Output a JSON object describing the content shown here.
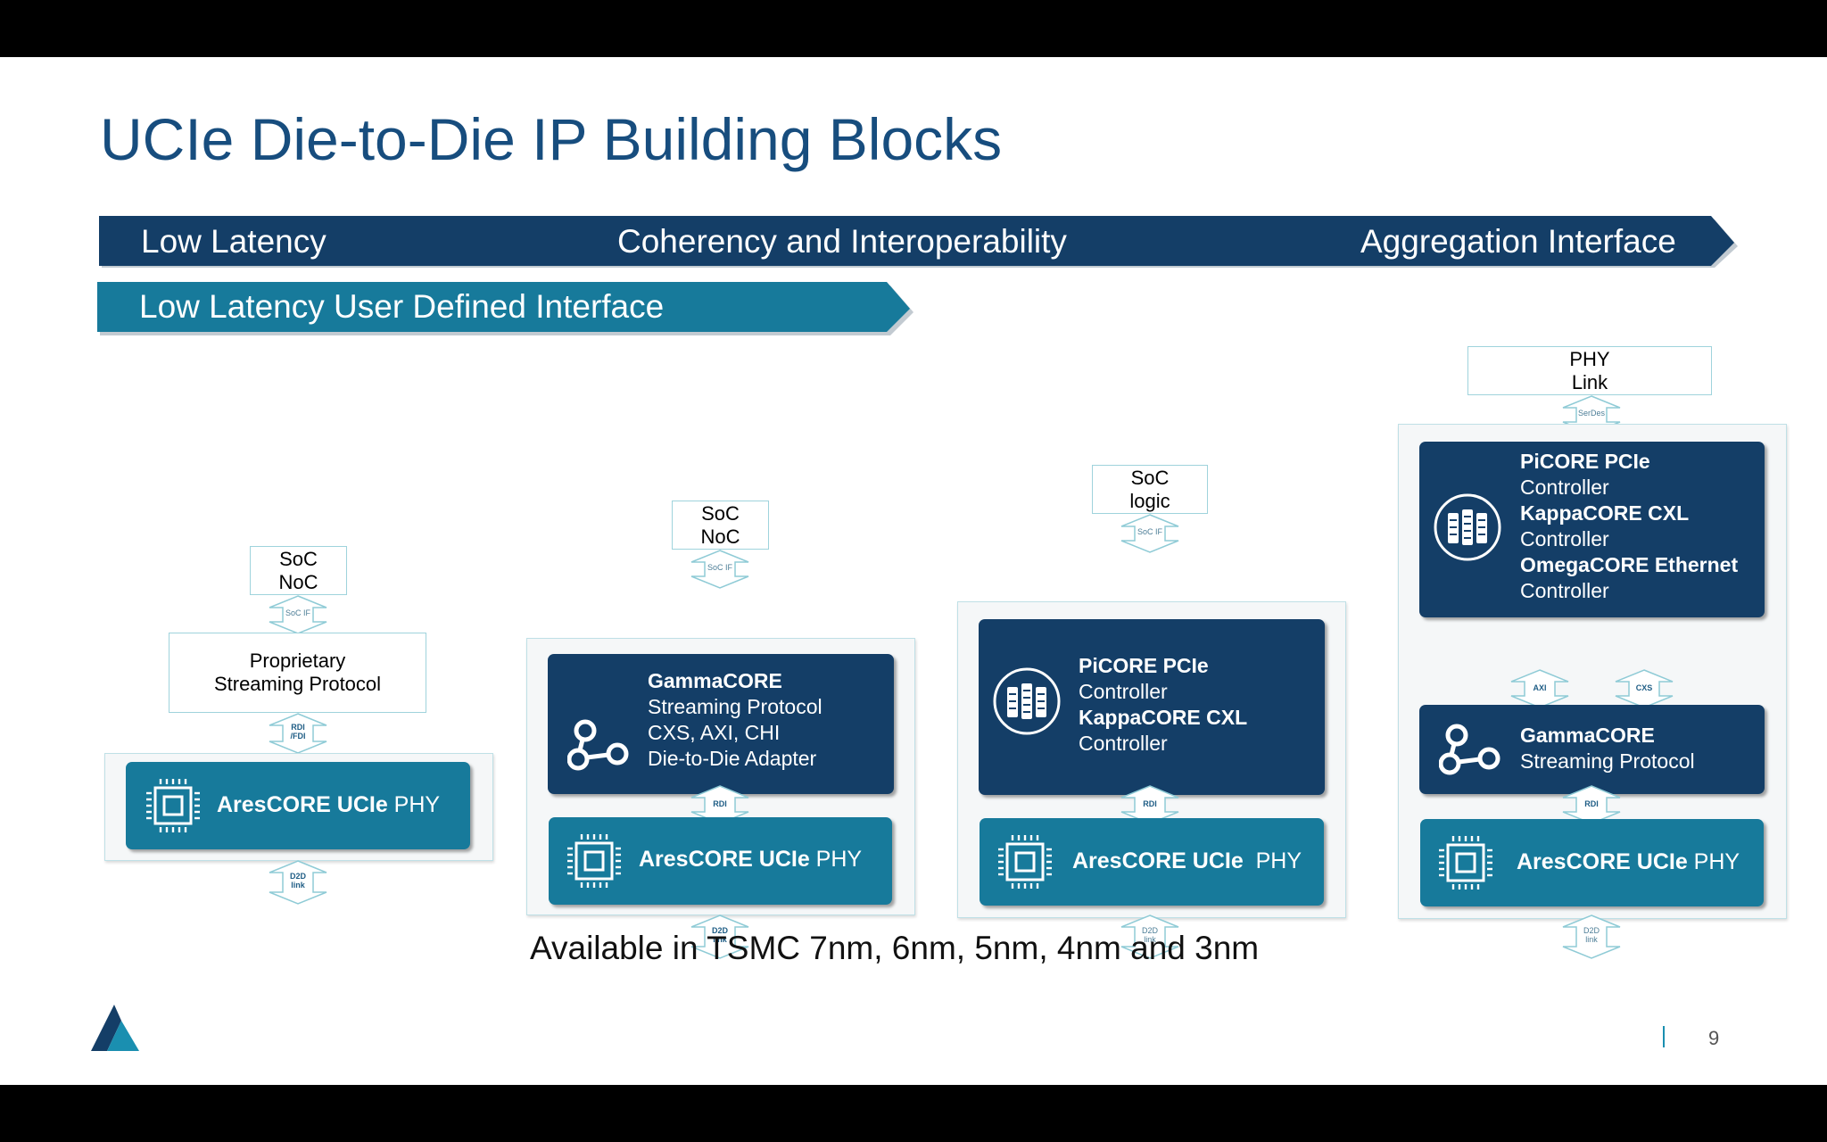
{
  "title": "UCIe Die-to-Die IP Building Blocks",
  "band_top": {
    "left": "Low  Latency",
    "center": "Coherency and Interoperability",
    "right": "Aggregation Interface"
  },
  "band_bottom": {
    "label": "Low Latency User Defined Interface"
  },
  "columns": [
    {
      "top_box": [
        "SoC",
        "NoC"
      ],
      "top_conn": "SoC IF",
      "middle_box": [
        "Proprietary",
        "Streaming Protocol"
      ],
      "mid_conn": [
        "RDI",
        "/FDI"
      ],
      "phy": {
        "bold": "AresCORE UCIe",
        "rest": " PHY"
      },
      "bottom_conn": [
        "D2D",
        "link"
      ]
    },
    {
      "top_box": [
        "SoC",
        "NoC"
      ],
      "top_conn": "SoC IF",
      "block": [
        {
          "text": "GammaCORE",
          "bold": true
        },
        {
          "text": "Streaming Protocol",
          "bold": false
        },
        {
          "text": "CXS, AXI, CHI",
          "bold": false
        },
        {
          "text": "Die-to-Die Adapter",
          "bold": false
        }
      ],
      "mid_conn": "RDI",
      "phy": {
        "bold": "AresCORE UCIe",
        "rest": " PHY"
      },
      "bottom_conn": [
        "D2D",
        "link"
      ]
    },
    {
      "top_box": [
        "SoC",
        "logic"
      ],
      "top_conn": "SoC IF",
      "block": [
        {
          "text": "PiCORE PCIe",
          "bold": true
        },
        {
          "text": "Controller",
          "bold": false
        },
        {
          "text": "KappaCORE CXL",
          "bold": true
        },
        {
          "text": "Controller",
          "bold": false
        }
      ],
      "mid_conn": "RDI",
      "phy": {
        "bold": "AresCORE UCIe",
        "rest": "  PHY"
      },
      "bottom_conn": [
        "D2D",
        "link"
      ]
    },
    {
      "top_box": [
        "PHY",
        "Link"
      ],
      "top_conn": "SerDes",
      "block": [
        {
          "text": "PiCORE PCIe",
          "bold": true
        },
        {
          "text": "Controller",
          "bold": false
        },
        {
          "text": "KappaCORE CXL",
          "bold": true
        },
        {
          "text": "Controller",
          "bold": false
        },
        {
          "text": "OmegaCORE Ethernet",
          "bold": true
        },
        {
          "text": "Controller",
          "bold": false
        }
      ],
      "axi_conn": "AXI",
      "cxs_conn": "CXS",
      "block2": [
        {
          "text": "GammaCORE",
          "bold": true
        },
        {
          "text": "Streaming Protocol",
          "bold": false
        }
      ],
      "mid_conn": "RDI",
      "phy": {
        "bold": "AresCORE UCIe",
        "rest": " PHY"
      },
      "bottom_conn": [
        "D2D",
        "link"
      ]
    }
  ],
  "availability": "Available in TSMC 7nm, 6nm, 5nm, 4nm and 3nm",
  "page_number": "9",
  "colors": {
    "title": "#174d7e",
    "band_dark": "#143e67",
    "band_teal": "#177a9b",
    "phy_block": "#177a9b",
    "dark_block": "#143e67"
  }
}
